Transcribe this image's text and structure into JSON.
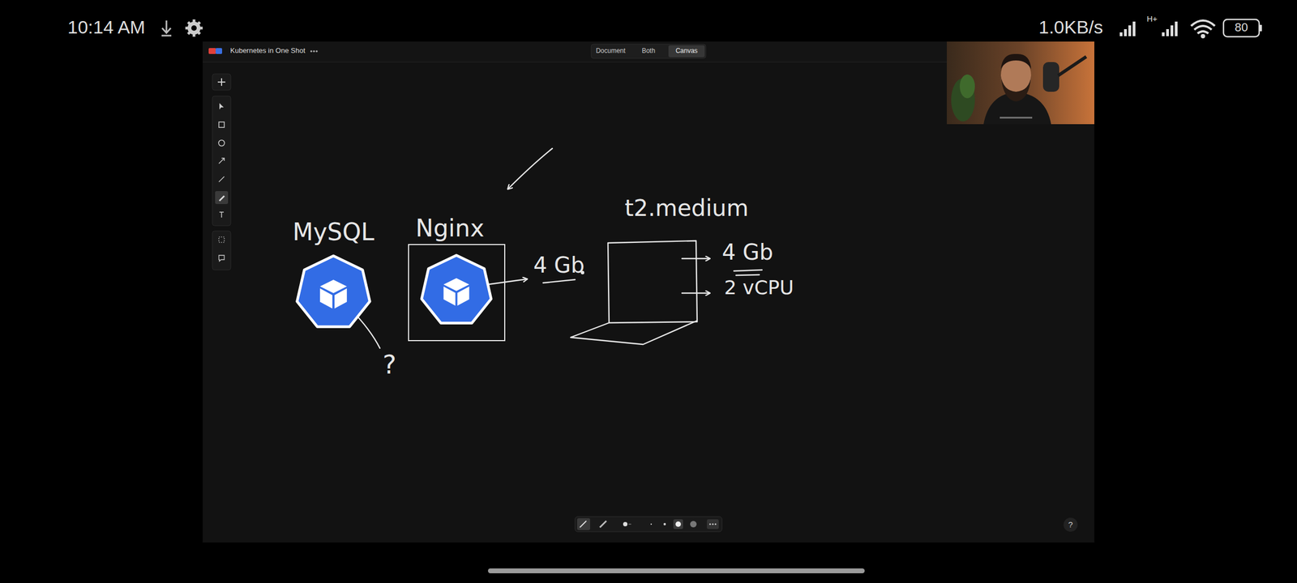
{
  "diagram": {
    "nodes": [
      {
        "text": [
          "MySQL"
        ]
      },
      {
        "text": [
          "Nginx"
        ]
      },
      {
        "text": [
          "t2.medium"
        ]
      }
    ],
    "labels": [
      "10:14 AM",
      "1.0KB/s",
      "H+",
      "80",
      "Kubernetes in One Shot",
      "Document",
      "Both",
      "Canvas",
      "4 Gb",
      "4 Gb",
      "2 vCPU",
      "?",
      "?"
    ]
  }
}
